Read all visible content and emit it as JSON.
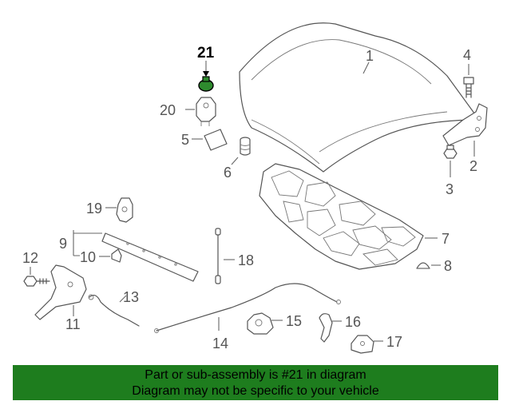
{
  "callouts": {
    "c1": "1",
    "c2": "2",
    "c3": "3",
    "c4": "4",
    "c5": "5",
    "c6": "6",
    "c7": "7",
    "c8": "8",
    "c9": "9",
    "c10": "10",
    "c11": "11",
    "c12": "12",
    "c13": "13",
    "c14": "14",
    "c15": "15",
    "c16": "16",
    "c17": "17",
    "c18": "18",
    "c19": "19",
    "c20": "20",
    "c21": "21"
  },
  "highlight_part": "21",
  "colors": {
    "banner": "#1e7d1e",
    "highlight_part": "#2e8b2e",
    "lines": "#555555"
  },
  "banner": {
    "line1": "Part or sub-assembly is #21 in diagram",
    "line2": "Diagram may not be specific to your vehicle"
  }
}
